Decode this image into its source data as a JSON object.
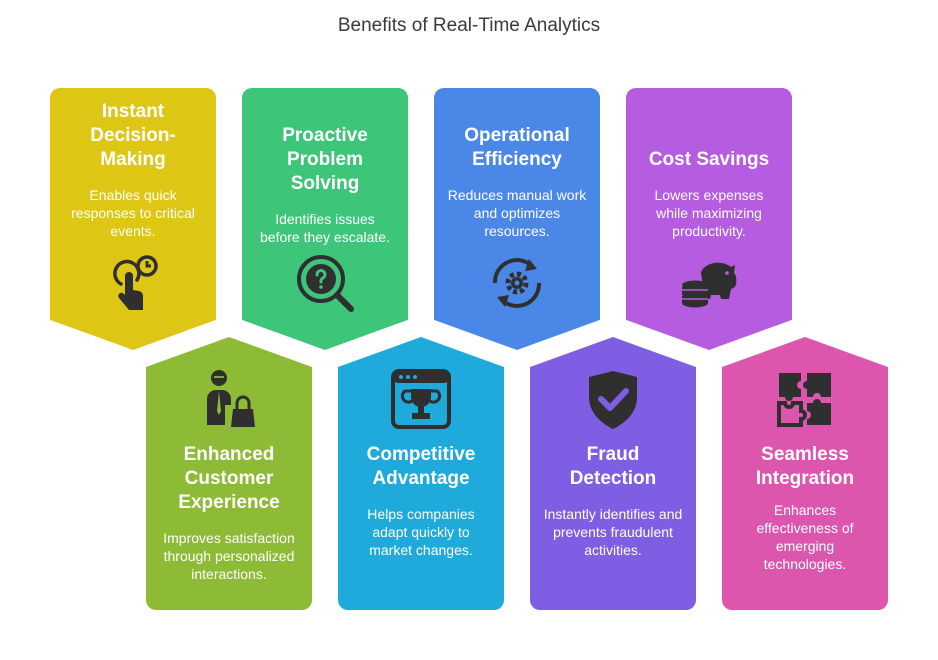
{
  "title": "Benefits of Real-Time Analytics",
  "colors": {
    "yellow": "#DDC614",
    "green": "#3DC57A",
    "blue": "#4B87E6",
    "purple": "#B55CE0",
    "olive": "#8DBB36",
    "cyan": "#1FAADC",
    "violet": "#7F5EE4",
    "pink": "#DD56AE",
    "icon": "#2f2f2f"
  },
  "cards": [
    {
      "title": "Instant Decision-Making",
      "desc": "Enables quick responses to critical events.",
      "icon": "touch-clock-icon"
    },
    {
      "title": "Proactive Problem Solving",
      "desc": "Identifies issues before they escalate.",
      "icon": "magnifier-question-icon"
    },
    {
      "title": "Operational Efficiency",
      "desc": "Reduces manual work and optimizes resources.",
      "icon": "gear-cycle-icon"
    },
    {
      "title": "Cost Savings",
      "desc": "Lowers expenses while maximizing productivity.",
      "icon": "piggy-bank-coins-icon"
    },
    {
      "title": "Enhanced Customer Experience",
      "desc": "Improves satisfaction through personalized interactions.",
      "icon": "customer-bag-icon"
    },
    {
      "title": "Competitive Advantage",
      "desc": "Helps companies adapt quickly to market changes.",
      "icon": "trophy-window-icon"
    },
    {
      "title": "Fraud Detection",
      "desc": "Instantly identifies and prevents fraudulent activities.",
      "icon": "shield-check-icon"
    },
    {
      "title": "Seamless Integration",
      "desc": "Enhances effectiveness of emerging technologies.",
      "icon": "puzzle-icon"
    }
  ]
}
